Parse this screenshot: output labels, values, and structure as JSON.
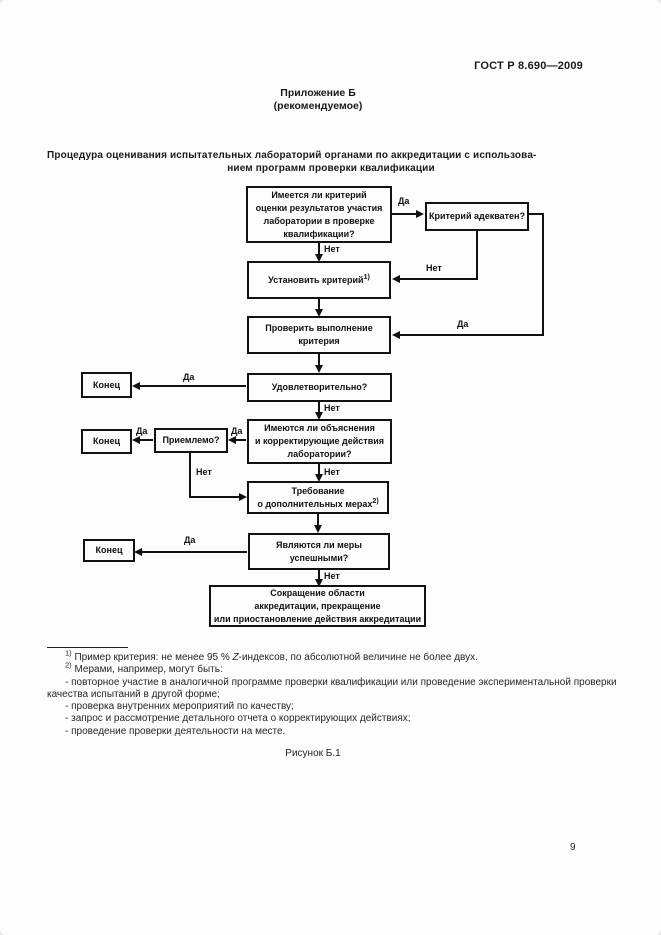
{
  "page": {
    "doc_number": "ГОСТ Р 8.690—2009",
    "page_number": "9"
  },
  "annex": {
    "title": "Приложение Б",
    "subtitle": "(рекомендуемое)"
  },
  "heading": {
    "line1": "Процедура оценивания испытательных лабораторий органами по аккредитации с использова-",
    "line2": "нием программ проверки квалификации"
  },
  "flowchart": {
    "labels": {
      "yes": "Да",
      "no": "Нет"
    },
    "boxes": {
      "has_criteria": {
        "l1": "Имеется ли критерий",
        "l2": "оценки результатов участия",
        "l3": "лаборатории в проверке",
        "l4": "квалификации?"
      },
      "criteria_adequate": {
        "l1": "Критерий адекватен?"
      },
      "set_criteria": {
        "text": "Установить критерий",
        "sup": "1)"
      },
      "check_criteria": {
        "l1": "Проверить выполнение",
        "l2": "критерия"
      },
      "satisfactory": {
        "l1": "Удовлетворительно?"
      },
      "end1": {
        "text": "Конец"
      },
      "has_explanations": {
        "l1": "Имеются ли объяснения",
        "l2": "и корректирующие действия",
        "l3": "лаборатории?"
      },
      "acceptable": {
        "text": "Приемлемо?"
      },
      "end2": {
        "text": "Конец"
      },
      "additional_measures": {
        "l1": "Требование",
        "l2": "о дополнительных мерах",
        "sup": "2)"
      },
      "measures_successful": {
        "l1": "Являются ли меры",
        "l2": "успешными?"
      },
      "end3": {
        "text": "Конец"
      },
      "reduction": {
        "l1": "Сокращение области",
        "l2": "аккредитации, прекращение",
        "l3": "или приостановление действия аккредитации"
      }
    }
  },
  "footnotes": {
    "fn1": {
      "sup": "1)",
      "pre": " Пример критерия: не менее 95 % ",
      "em": "Z",
      "post": "-индексов, по абсолютной величине не более двух."
    },
    "fn2": {
      "sup": "2)",
      "text": " Мерами, например, могут быть:"
    },
    "items": [
      "- повторное участие в аналогичной программе проверки квалификации или проведение экспериментальной проверки качества испытаний в другой форме;",
      "- проверка внутренних мероприятий по качеству;",
      "- запрос и рассмотрение детального отчета о корректирующих действиях;",
      "- проведение проверки деятельности на месте."
    ]
  },
  "figure": {
    "caption": "Рисунок Б.1"
  }
}
